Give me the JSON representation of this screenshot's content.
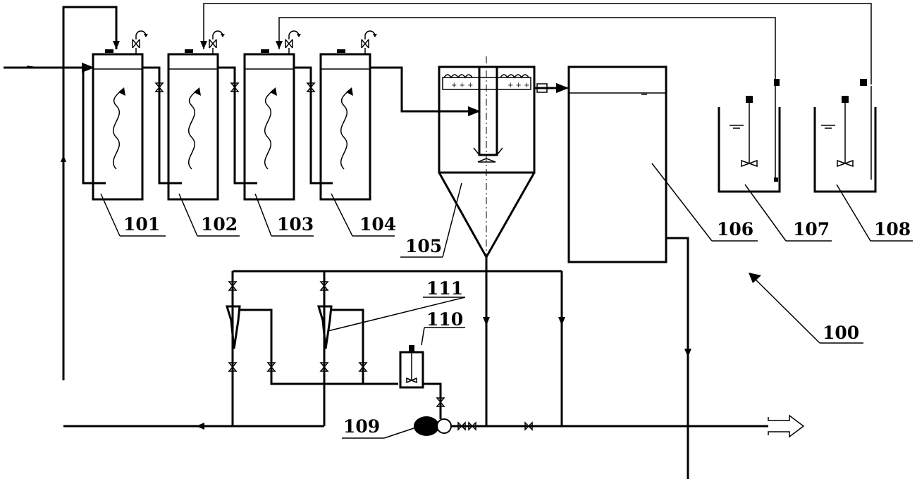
{
  "diagram": {
    "labels": {
      "l101": "101",
      "l102": "102",
      "l103": "103",
      "l104": "104",
      "l105": "105",
      "l106": "106",
      "l107": "107",
      "l108": "108",
      "l109": "109",
      "l110": "110",
      "l111": "111",
      "l100": "100"
    }
  }
}
